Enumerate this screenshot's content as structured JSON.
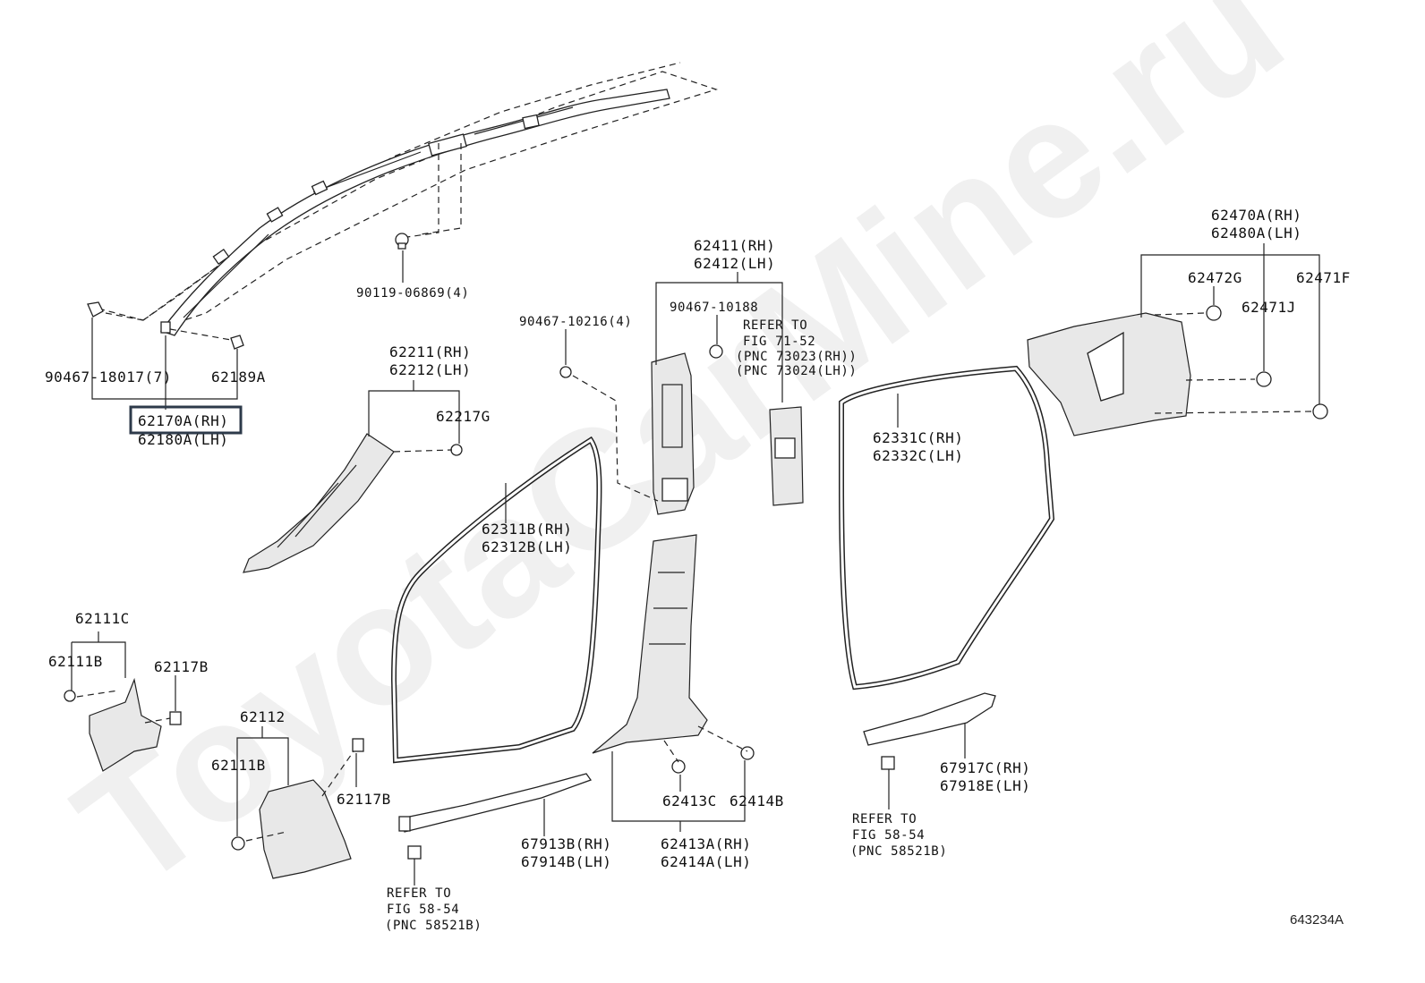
{
  "watermark": "ToyotaCarMine.ru",
  "figure_id": "643234A",
  "highlight_color": "#2d3a4a",
  "labels": {
    "p62170A": "62170A(RH)",
    "p62180A": "62180A(LH)",
    "p90467_18017": "90467-18017(7)",
    "p62189A": "62189A",
    "p90119_06869": "90119-06869(4)",
    "p62211": "62211(RH)",
    "p62212": "62212(LH)",
    "p62217G": "62217G",
    "p90467_10216": "90467-10216(4)",
    "p62411": "62411(RH)",
    "p62412": "62412(LH)",
    "p90467_10188": "90467-10188",
    "ref71_1": "REFER TO",
    "ref71_2": "FIG 71-52",
    "ref71_3": "(PNC 73023(RH))",
    "ref71_4": "(PNC 73024(LH))",
    "p62470A": "62470A(RH)",
    "p62480A": "62480A(LH)",
    "p62472G": "62472G",
    "p62471F": "62471F",
    "p62471J": "62471J",
    "p62331C": "62331C(RH)",
    "p62332C": "62332C(LH)",
    "p62311B": "62311B(RH)",
    "p62312B": "62312B(LH)",
    "p62111C": "62111C",
    "p62111B_a": "62111B",
    "p62117B_a": "62117B",
    "p62112": "62112",
    "p62111B_b": "62111B",
    "p62117B_b": "62117B",
    "p62413C": "62413C",
    "p62414B": "62414B",
    "p62413A": "62413A(RH)",
    "p62414A": "62414A(LH)",
    "p67913B": "67913B(RH)",
    "p67914B": "67914B(LH)",
    "p67917C": "67917C(RH)",
    "p67918E": "67918E(LH)",
    "ref58a_1": "REFER TO",
    "ref58a_2": "FIG 58-54",
    "ref58a_3": "(PNC 58521B)",
    "ref58b_1": "REFER TO",
    "ref58b_2": "FIG 58-54",
    "ref58b_3": "(PNC 58521B)"
  }
}
